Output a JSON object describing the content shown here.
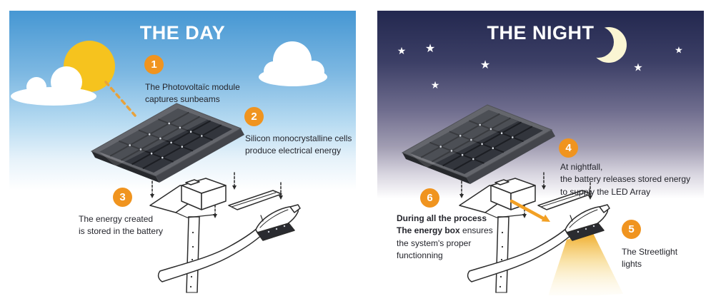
{
  "day": {
    "title": "THE DAY",
    "steps": [
      {
        "number": "1",
        "text": "The Photovoltaïc module\ncaptures sunbeams"
      },
      {
        "number": "2",
        "text": "Silicon monocrystalline cells\nproduce electrical energy"
      },
      {
        "number": "3",
        "text": "The energy created\nis stored in the battery"
      }
    ]
  },
  "night": {
    "title": "THE NIGHT",
    "steps": [
      {
        "number": "4",
        "text": "At nightfall,\nthe battery releases stored energy\nto supply the LED Array"
      },
      {
        "number": "5",
        "text": "The Streetlight\nlights"
      },
      {
        "number": "6",
        "bold_line1": "During all the process",
        "bold_intro2": "The energy box",
        "rest_line2": " ensures",
        "line3": "the system's proper",
        "line4": "functionning"
      }
    ]
  },
  "icons": {
    "star": "★"
  },
  "colors": {
    "badge_orange": "#F0941F",
    "day_sky_top": "#4697D3",
    "night_sky_top": "#23284F",
    "sun_yellow": "#F6C31E",
    "moon_yellow": "#FAF5D3",
    "beam_gold": "#EFA81F",
    "arrow_orange": "#F2A024",
    "text_dark": "#24252C",
    "title_white": "#FFFFFF"
  }
}
